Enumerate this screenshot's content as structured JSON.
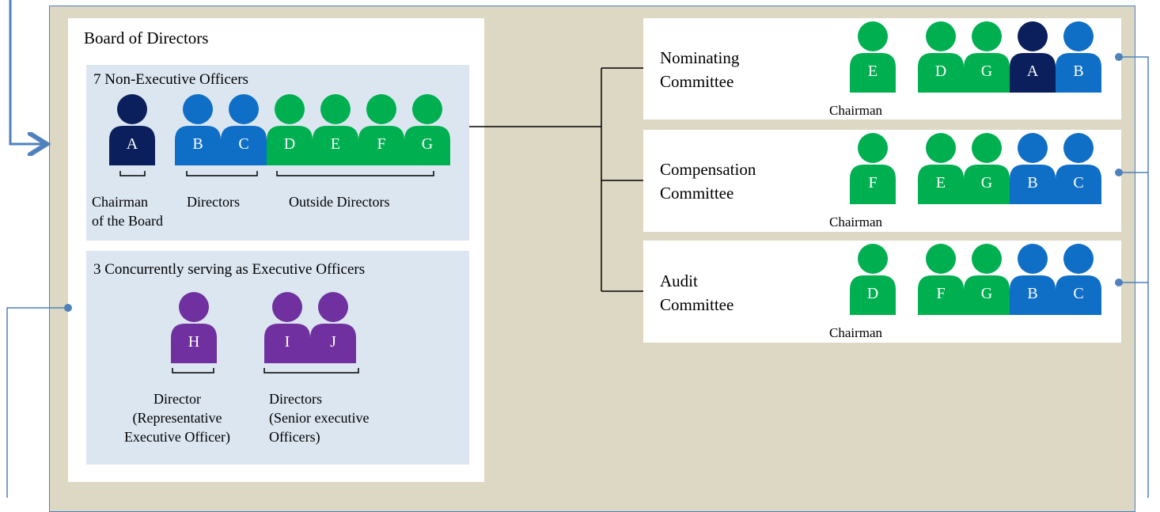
{
  "board": {
    "title": "Board of Directors",
    "non_executive": {
      "title": "7 Non-Executive Officers",
      "people": [
        {
          "letter": "A",
          "role": "chairman"
        },
        {
          "letter": "B",
          "role": "director"
        },
        {
          "letter": "C",
          "role": "director"
        },
        {
          "letter": "D",
          "role": "outside"
        },
        {
          "letter": "E",
          "role": "outside"
        },
        {
          "letter": "F",
          "role": "outside"
        },
        {
          "letter": "G",
          "role": "outside"
        }
      ],
      "labels": {
        "chairman_line1": "Chairman",
        "chairman_line2": "of the Board",
        "directors": "Directors",
        "outside": "Outside Directors"
      }
    },
    "executive": {
      "title": "3 Concurrently serving as Executive Officers",
      "people": [
        {
          "letter": "H",
          "role": "executive"
        },
        {
          "letter": "I",
          "role": "executive"
        },
        {
          "letter": "J",
          "role": "executive"
        }
      ],
      "labels": {
        "rep_line1": "Director",
        "rep_line2": "(Representative",
        "rep_line3": "Executive Officer)",
        "senior_line1": "Directors",
        "senior_line2": "(Senior executive",
        "senior_line3": "Officers)"
      }
    }
  },
  "committees": [
    {
      "title_line1": "Nominating",
      "title_line2": "Committee",
      "chair_label": "Chairman",
      "chair": {
        "letter": "E",
        "role": "outside"
      },
      "members": [
        {
          "letter": "D",
          "role": "outside"
        },
        {
          "letter": "G",
          "role": "outside"
        },
        {
          "letter": "A",
          "role": "chairman"
        },
        {
          "letter": "B",
          "role": "director"
        }
      ]
    },
    {
      "title_line1": "Compensation",
      "title_line2": "Committee",
      "chair_label": "Chairman",
      "chair": {
        "letter": "F",
        "role": "outside"
      },
      "members": [
        {
          "letter": "E",
          "role": "outside"
        },
        {
          "letter": "G",
          "role": "outside"
        },
        {
          "letter": "B",
          "role": "director"
        },
        {
          "letter": "C",
          "role": "director"
        }
      ]
    },
    {
      "title_line1": "Audit",
      "title_line2": "Committee",
      "chair_label": "Chairman",
      "chair": {
        "letter": "D",
        "role": "outside"
      },
      "members": [
        {
          "letter": "F",
          "role": "outside"
        },
        {
          "letter": "G",
          "role": "outside"
        },
        {
          "letter": "B",
          "role": "director"
        },
        {
          "letter": "C",
          "role": "director"
        }
      ]
    }
  ],
  "colors": {
    "chairman": "#0b1f5c",
    "director": "#0f6fc6",
    "outside": "#00b050",
    "executive": "#7030a0",
    "connector": "#4f81bd",
    "frame_bg": "#ddd8c4",
    "panel_bg": "#dce6f1"
  }
}
